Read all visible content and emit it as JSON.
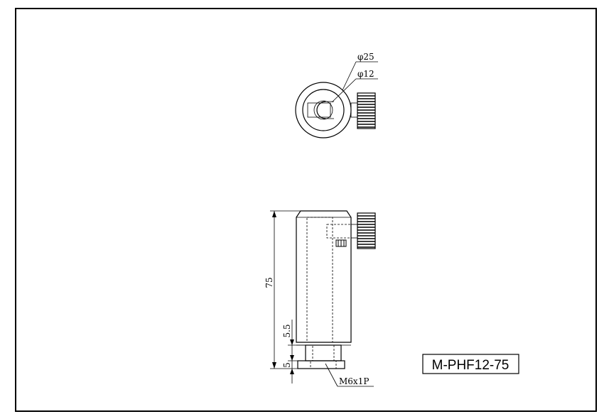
{
  "part_number": "M-PHF12-75",
  "dimensions": {
    "outer_diameter": "φ25",
    "inner_diameter": "φ12",
    "overall_height": "75",
    "counterbore_depth": "5.5",
    "base_height": "5",
    "thread": "M6x1P"
  }
}
